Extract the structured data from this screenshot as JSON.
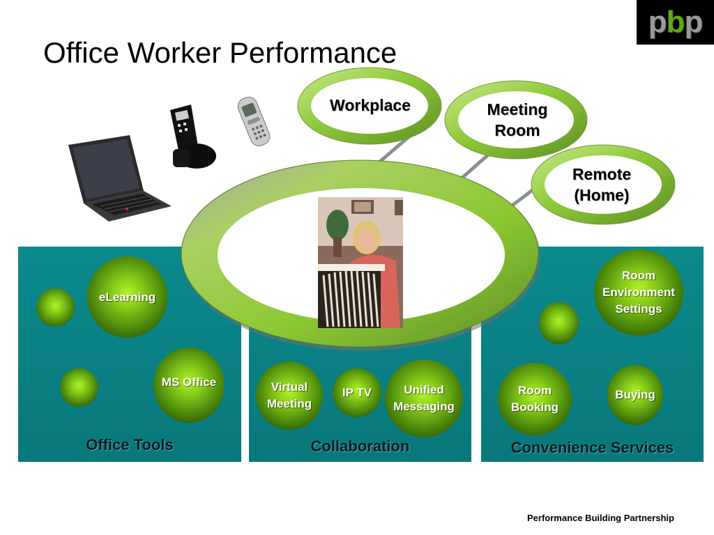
{
  "slide": {
    "title": "Office Worker Performance",
    "footer": "Performance Building Partnership"
  },
  "logo": {
    "text_left": "p",
    "text_middle": "b",
    "text_right": "p"
  },
  "locations": [
    {
      "label": "Workplace"
    },
    {
      "label": "Meeting\nRoom"
    },
    {
      "label": "Remote\n(Home)"
    }
  ],
  "panels": {
    "office_tools": {
      "label": "Office Tools",
      "items": [
        "eLearning",
        "MS Office"
      ]
    },
    "collaboration": {
      "label": "Collaboration",
      "items": [
        "Virtual\nMeeting",
        "IP TV",
        "Unified\nMessaging"
      ]
    },
    "convenience": {
      "label": "Convenience Services",
      "items": [
        "Room\nEnvironment\nSettings",
        "Room\nBooking",
        "Buying"
      ]
    }
  },
  "colors": {
    "teal_panel": "#0a8386",
    "sphere_green": "#8cd21a",
    "ring_green": "#8fc93a",
    "logo_green": "#5fa818"
  },
  "icons": [
    "laptop-icon",
    "desk-phone-icon",
    "mobile-phone-icon",
    "office-worker-photo"
  ]
}
